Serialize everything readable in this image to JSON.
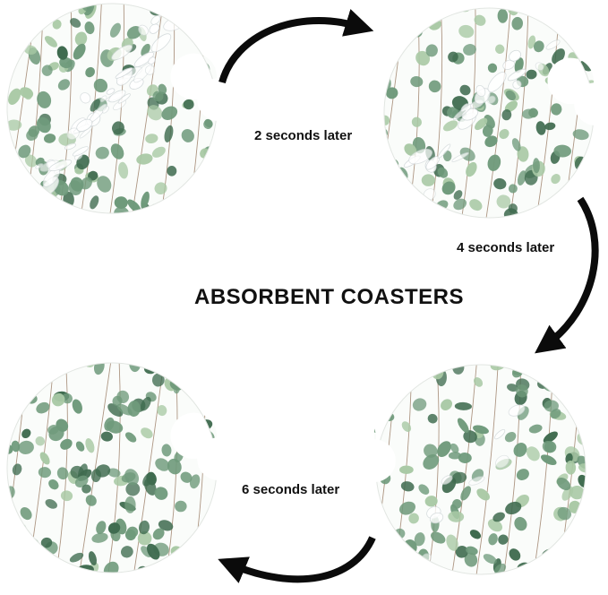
{
  "title": "ABSORBENT COASTERS",
  "captions": {
    "step1": "2 seconds later",
    "step2": "4 seconds later",
    "step3": "6 seconds later"
  },
  "colors": {
    "leaf_dark": "#3f6b4f",
    "leaf_mid": "#6f9a7b",
    "leaf_light": "#a9c9a5",
    "stem": "#8c6a4f",
    "arrow": "#0b0b0b",
    "water": "#cfd6d8"
  },
  "coasters": [
    {
      "state": "wet",
      "water_level": 1.0
    },
    {
      "state": "drying",
      "water_level": 0.55
    },
    {
      "state": "dry",
      "water_level": 0.0
    },
    {
      "state": "nearly-dry",
      "water_level": 0.2
    }
  ]
}
